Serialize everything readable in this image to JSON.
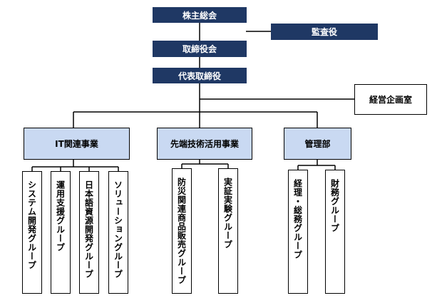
{
  "colors": {
    "dark_box": "#1F3864",
    "division_box": "#C9D9F2",
    "line": "#000000"
  },
  "org": {
    "shareholders": "株主総会",
    "auditor": "監査役",
    "board": "取締役会",
    "president": "代表取締役",
    "planning": "経営企画室",
    "divisions": [
      {
        "name": "IT関連事業",
        "groups": [
          "システム開発グループ",
          "運用支援グループ",
          "日本語資源開発グループ",
          "ソリューショングループ"
        ]
      },
      {
        "name": "先端技術活用事業",
        "groups": [
          "防災関連商品販売グループ",
          "実証実験グループ"
        ]
      },
      {
        "name": "管理部",
        "groups": [
          "経理・総務グループ",
          "財務グループ"
        ]
      }
    ]
  }
}
